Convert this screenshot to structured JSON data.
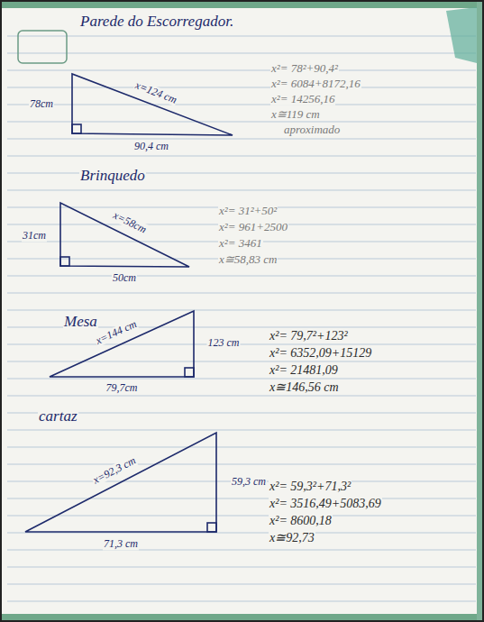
{
  "diagram": {
    "labels": [
      "Parede do Escorregador.",
      "78cm",
      "x=124 cm",
      "90,4 cm",
      "x²= 78²+90,4²",
      "x²= 6084+8172,16",
      "x²= 14256,16",
      "x≅119 cm",
      "aproximado",
      "Brinquedo",
      "31cm",
      "x=58cm",
      "50cm",
      "x²= 31²+50²",
      "x²= 961+2500",
      "x²= 3461",
      "x≅58,83 cm",
      "Mesa",
      "x=144 cm",
      "123 cm",
      "79,7cm",
      "x²= 79,7²+123²",
      "x²= 6352,09+15129",
      "x²= 21481,09",
      "x≅146,56 cm",
      "cartaz",
      "x=92,3 cm",
      "59,3 cm",
      "71,3 cm",
      "x²= 59,3²+71,3²",
      "x²= 3516,49+5083,69",
      "x²= 8600,18",
      "x≅92,73"
    ]
  }
}
